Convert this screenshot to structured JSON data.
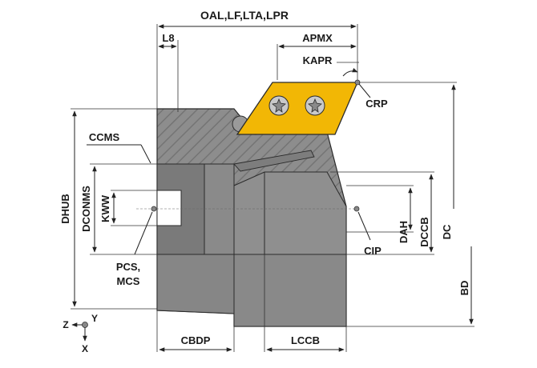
{
  "labels": {
    "oal": "OAL,LF,LTA,LPR",
    "l8": "L8",
    "apmx": "APMX",
    "kapr": "KAPR",
    "crp": "CRP",
    "ccms": "CCMS",
    "dhub": "DHUB",
    "dconms": "DCONMS",
    "kww": "KWW",
    "pcs": "PCS,",
    "mcs": "MCS",
    "cip": "CIP",
    "dah": "DAH",
    "dccb": "DCCB",
    "dc": "DC",
    "bd": "BD",
    "cbdp": "CBDP",
    "lccb": "LCCB",
    "axis_z": "Z",
    "axis_y": "Y",
    "axis_x": "X"
  },
  "colors": {
    "body": "#8a8a8a",
    "body_dark": "#6e6e6e",
    "insert": "#f2b705",
    "outline": "#2b2b2b"
  },
  "icons": {
    "screw": "torx-screw-icon",
    "coordinate": "coordinate-system-icon"
  }
}
